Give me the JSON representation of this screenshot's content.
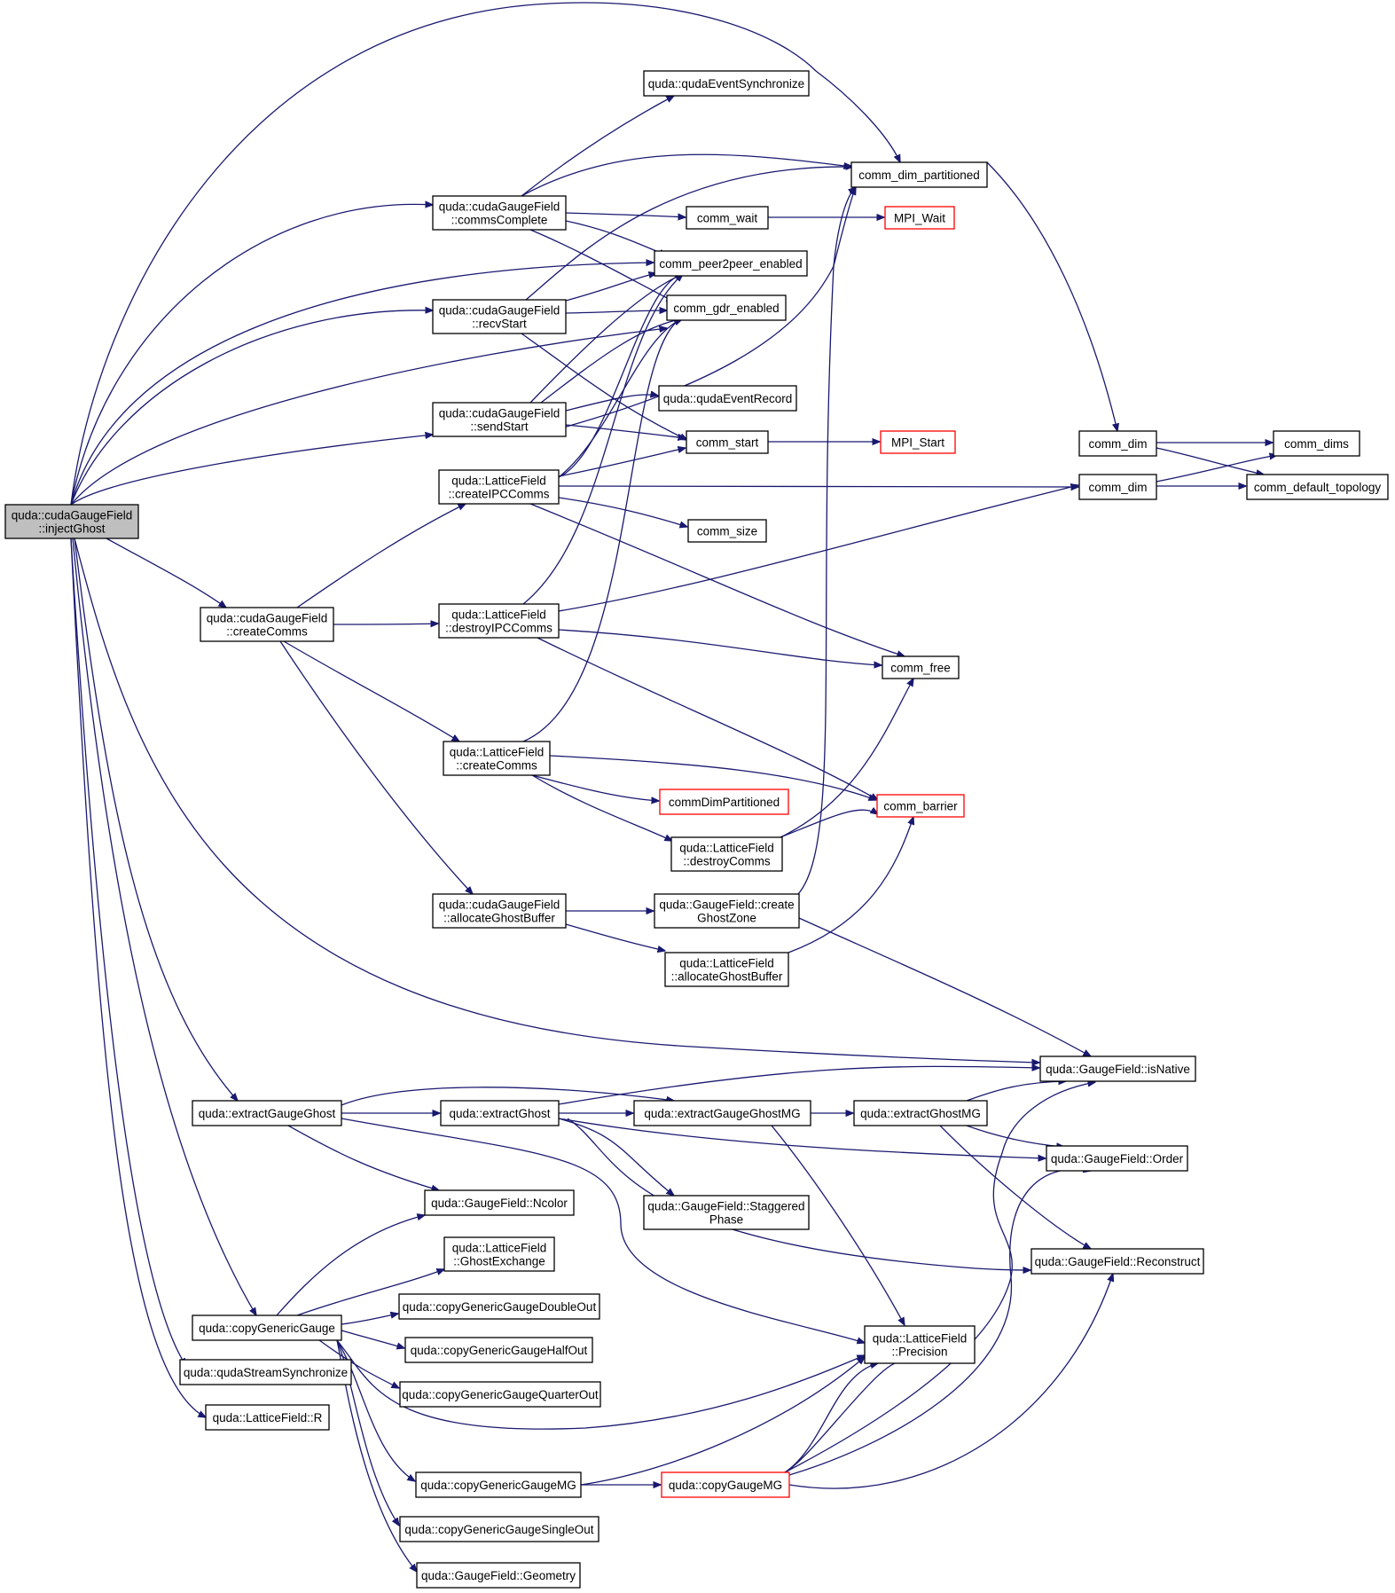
{
  "colors": {
    "edge": "#191970",
    "box_border": "#000000",
    "missing_border": "#ff0000",
    "root_fill": "#bfbfbf"
  },
  "nodes": {
    "injectGhost": {
      "lines": [
        "quda::cudaGaugeField",
        "::injectGhost"
      ],
      "highlighted": true
    },
    "qudaEventSynchronize": {
      "lines": [
        "quda::qudaEventSynchronize"
      ]
    },
    "comm_dim_partitioned": {
      "lines": [
        "comm_dim_partitioned"
      ]
    },
    "commsComplete": {
      "lines": [
        "quda::cudaGaugeField",
        "::commsComplete"
      ]
    },
    "comm_wait": {
      "lines": [
        "comm_wait"
      ]
    },
    "MPI_Wait": {
      "lines": [
        "MPI_Wait"
      ],
      "red": true
    },
    "comm_peer2peer_enabled": {
      "lines": [
        "comm_peer2peer_enabled"
      ]
    },
    "recvStart": {
      "lines": [
        "quda::cudaGaugeField",
        "::recvStart"
      ]
    },
    "comm_gdr_enabled": {
      "lines": [
        "comm_gdr_enabled"
      ]
    },
    "qudaEventRecord": {
      "lines": [
        "quda::qudaEventRecord"
      ]
    },
    "sendStart": {
      "lines": [
        "quda::cudaGaugeField",
        "::sendStart"
      ]
    },
    "comm_start": {
      "lines": [
        "comm_start"
      ]
    },
    "MPI_Start": {
      "lines": [
        "MPI_Start"
      ],
      "red": true
    },
    "comm_dim_a": {
      "lines": [
        "comm_dim"
      ]
    },
    "comm_dims": {
      "lines": [
        "comm_dims"
      ]
    },
    "createIPCComms": {
      "lines": [
        "quda::LatticeField",
        "::createIPCComms"
      ]
    },
    "comm_dim_b": {
      "lines": [
        "comm_dim"
      ]
    },
    "comm_default_topology": {
      "lines": [
        "comm_default_topology"
      ]
    },
    "comm_size": {
      "lines": [
        "comm_size"
      ]
    },
    "cudaCreateComms": {
      "lines": [
        "quda::cudaGaugeField",
        "::createComms"
      ]
    },
    "destroyIPCComms": {
      "lines": [
        "quda::LatticeField",
        "::destroyIPCComms"
      ]
    },
    "comm_free": {
      "lines": [
        "comm_free"
      ]
    },
    "latticeCreateComms": {
      "lines": [
        "quda::LatticeField",
        "::createComms"
      ]
    },
    "commDimPartitioned": {
      "lines": [
        "commDimPartitioned"
      ],
      "red": true
    },
    "comm_barrier": {
      "lines": [
        "comm_barrier"
      ],
      "red": true
    },
    "destroyComms": {
      "lines": [
        "quda::LatticeField",
        "::destroyComms"
      ]
    },
    "cudaAllocateGhostBuffer": {
      "lines": [
        "quda::cudaGaugeField",
        "::allocateGhostBuffer"
      ]
    },
    "createGhostZone": {
      "lines": [
        "quda::GaugeField::create",
        "GhostZone"
      ]
    },
    "latticeAllocateGhostBuffer": {
      "lines": [
        "quda::LatticeField",
        "::allocateGhostBuffer"
      ]
    },
    "isNative": {
      "lines": [
        "quda::GaugeField::isNative"
      ]
    },
    "extractGaugeGhost": {
      "lines": [
        "quda::extractGaugeGhost"
      ]
    },
    "extractGhost": {
      "lines": [
        "quda::extractGhost"
      ]
    },
    "extractGaugeGhostMG": {
      "lines": [
        "quda::extractGaugeGhostMG"
      ]
    },
    "extractGhostMG": {
      "lines": [
        "quda::extractGhostMG"
      ]
    },
    "Order": {
      "lines": [
        "quda::GaugeField::Order"
      ]
    },
    "Ncolor": {
      "lines": [
        "quda::GaugeField::Ncolor"
      ]
    },
    "StaggeredPhase": {
      "lines": [
        "quda::GaugeField::Staggered",
        "Phase"
      ]
    },
    "GhostExchange": {
      "lines": [
        "quda::LatticeField",
        "::GhostExchange"
      ]
    },
    "Reconstruct": {
      "lines": [
        "quda::GaugeField::Reconstruct"
      ]
    },
    "copyDoubleOut": {
      "lines": [
        "quda::copyGenericGaugeDoubleOut"
      ]
    },
    "copyGenericGauge": {
      "lines": [
        "quda::copyGenericGauge"
      ]
    },
    "copyHalfOut": {
      "lines": [
        "quda::copyGenericGaugeHalfOut"
      ]
    },
    "Precision": {
      "lines": [
        "quda::LatticeField",
        "::Precision"
      ]
    },
    "qudaStreamSynchronize": {
      "lines": [
        "quda::qudaStreamSynchronize"
      ]
    },
    "copyQuarterOut": {
      "lines": [
        "quda::copyGenericGaugeQuarterOut"
      ]
    },
    "R": {
      "lines": [
        "quda::LatticeField::R"
      ]
    },
    "copyGenericGaugeMG": {
      "lines": [
        "quda::copyGenericGaugeMG"
      ]
    },
    "copyGaugeMG": {
      "lines": [
        "quda::copyGaugeMG"
      ],
      "red": true
    },
    "copySingleOut": {
      "lines": [
        "quda::copyGenericGaugeSingleOut"
      ]
    },
    "Geometry": {
      "lines": [
        "quda::GaugeField::Geometry"
      ]
    }
  }
}
